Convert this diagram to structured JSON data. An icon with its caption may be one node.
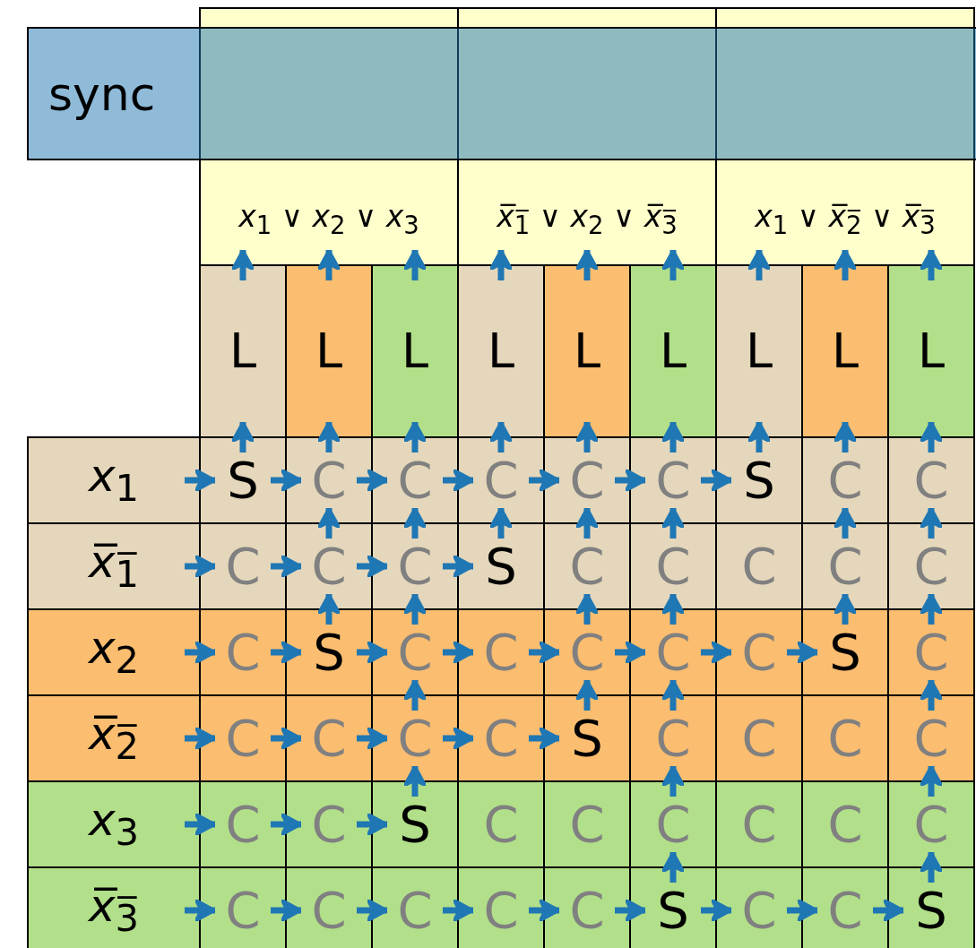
{
  "diagram": {
    "nodes": [
      {
        "text": [
          "sync"
        ]
      },
      {
        "text": [
          "*x*$_{1}$ ∨ *x*$_{2}$ ∨ *x*$_{3}$"
        ]
      },
      {
        "text": [
          "*x̅*$_{1̅}$ ∨ *x*$_{2}$ ∨ *x̅*$_{3̅}$"
        ]
      },
      {
        "text": [
          "*x*$_{1}$ ∨ *x̅*$_{2̅}$ ∨ *x̅*$_{3̅}$"
        ]
      },
      {
        "text": [
          "L"
        ]
      },
      {
        "text": [
          "L"
        ]
      },
      {
        "text": [
          "L"
        ]
      },
      {
        "text": [
          "L"
        ]
      },
      {
        "text": [
          "L"
        ]
      },
      {
        "text": [
          "L"
        ]
      },
      {
        "text": [
          "L"
        ]
      },
      {
        "text": [
          "L"
        ]
      },
      {
        "text": [
          "L"
        ]
      },
      {
        "text": [
          "*x*$_{1}$"
        ]
      },
      {
        "text": [
          "S"
        ]
      },
      {
        "text": [
          "C"
        ]
      },
      {
        "text": [
          "C"
        ]
      },
      {
        "text": [
          "C"
        ]
      },
      {
        "text": [
          "C"
        ]
      },
      {
        "text": [
          "C"
        ]
      },
      {
        "text": [
          "S"
        ]
      },
      {
        "text": [
          "C"
        ]
      },
      {
        "text": [
          "C"
        ]
      },
      {
        "text": [
          "*x̅*$_{1̅}$"
        ]
      },
      {
        "text": [
          "C"
        ]
      },
      {
        "text": [
          "C"
        ]
      },
      {
        "text": [
          "C"
        ]
      },
      {
        "text": [
          "S"
        ]
      },
      {
        "text": [
          "C"
        ]
      },
      {
        "text": [
          "C"
        ]
      },
      {
        "text": [
          "C"
        ]
      },
      {
        "text": [
          "C"
        ]
      },
      {
        "text": [
          "C"
        ]
      },
      {
        "text": [
          "*x*$_{2}$"
        ]
      },
      {
        "text": [
          "C"
        ]
      },
      {
        "text": [
          "S"
        ]
      },
      {
        "text": [
          "C"
        ]
      },
      {
        "text": [
          "C"
        ]
      },
      {
        "text": [
          "C"
        ]
      },
      {
        "text": [
          "C"
        ]
      },
      {
        "text": [
          "C"
        ]
      },
      {
        "text": [
          "S"
        ]
      },
      {
        "text": [
          "C"
        ]
      },
      {
        "text": [
          "*x̅*$_{2̅}$"
        ]
      },
      {
        "text": [
          "C"
        ]
      },
      {
        "text": [
          "C"
        ]
      },
      {
        "text": [
          "C"
        ]
      },
      {
        "text": [
          "C"
        ]
      },
      {
        "text": [
          "S"
        ]
      },
      {
        "text": [
          "C"
        ]
      },
      {
        "text": [
          "C"
        ]
      },
      {
        "text": [
          "C"
        ]
      },
      {
        "text": [
          "C"
        ]
      },
      {
        "text": [
          "*x*$_{3}$"
        ]
      },
      {
        "text": [
          "C"
        ]
      },
      {
        "text": [
          "C"
        ]
      },
      {
        "text": [
          "S"
        ]
      },
      {
        "text": [
          "C"
        ]
      },
      {
        "text": [
          "C"
        ]
      },
      {
        "text": [
          "C"
        ]
      },
      {
        "text": [
          "C"
        ]
      },
      {
        "text": [
          "C"
        ]
      },
      {
        "text": [
          "C"
        ]
      },
      {
        "text": [
          "*x̅*$_{3̅}$"
        ]
      },
      {
        "text": [
          "C"
        ]
      },
      {
        "text": [
          "C"
        ]
      },
      {
        "text": [
          "C"
        ]
      },
      {
        "text": [
          "C"
        ]
      },
      {
        "text": [
          "C"
        ]
      },
      {
        "text": [
          "S"
        ]
      },
      {
        "text": [
          "C"
        ]
      },
      {
        "text": [
          "C"
        ]
      },
      {
        "text": [
          "S"
        ]
      }
    ],
    "edges": [
      {
        "from": 13,
        "to": 14,
        "arrow": "to"
      },
      {
        "from": 14,
        "to": 15,
        "arrow": "to"
      },
      {
        "from": 15,
        "to": 16,
        "arrow": "to"
      },
      {
        "from": 16,
        "to": 17,
        "arrow": "to"
      },
      {
        "from": 17,
        "to": 18,
        "arrow": "to"
      },
      {
        "from": 18,
        "to": 19,
        "arrow": "to"
      },
      {
        "from": 19,
        "to": 20,
        "arrow": "to"
      },
      {
        "from": 23,
        "to": 24,
        "arrow": "to"
      },
      {
        "from": 24,
        "to": 25,
        "arrow": "to"
      },
      {
        "from": 25,
        "to": 26,
        "arrow": "to"
      },
      {
        "from": 26,
        "to": 27,
        "arrow": "to"
      },
      {
        "from": 33,
        "to": 34,
        "arrow": "to"
      },
      {
        "from": 34,
        "to": 35,
        "arrow": "to"
      },
      {
        "from": 35,
        "to": 36,
        "arrow": "to"
      },
      {
        "from": 36,
        "to": 37,
        "arrow": "to"
      },
      {
        "from": 37,
        "to": 38,
        "arrow": "to"
      },
      {
        "from": 38,
        "to": 39,
        "arrow": "to"
      },
      {
        "from": 39,
        "to": 40,
        "arrow": "to"
      },
      {
        "from": 40,
        "to": 41,
        "arrow": "to"
      },
      {
        "from": 43,
        "to": 44,
        "arrow": "to"
      },
      {
        "from": 44,
        "to": 45,
        "arrow": "to"
      },
      {
        "from": 45,
        "to": 46,
        "arrow": "to"
      },
      {
        "from": 46,
        "to": 47,
        "arrow": "to"
      },
      {
        "from": 47,
        "to": 48,
        "arrow": "to"
      },
      {
        "from": 53,
        "to": 54,
        "arrow": "to"
      },
      {
        "from": 54,
        "to": 55,
        "arrow": "to"
      },
      {
        "from": 55,
        "to": 56,
        "arrow": "to"
      },
      {
        "from": 63,
        "to": 64,
        "arrow": "to"
      },
      {
        "from": 64,
        "to": 65,
        "arrow": "to"
      },
      {
        "from": 65,
        "to": 66,
        "arrow": "to"
      },
      {
        "from": 66,
        "to": 67,
        "arrow": "to"
      },
      {
        "from": 67,
        "to": 68,
        "arrow": "to"
      },
      {
        "from": 68,
        "to": 69,
        "arrow": "to"
      },
      {
        "from": 69,
        "to": 70,
        "arrow": "to"
      },
      {
        "from": 70,
        "to": 71,
        "arrow": "to"
      },
      {
        "from": 71,
        "to": 72,
        "arrow": "to"
      },
      {
        "from": 14,
        "to": 4,
        "arrow": "to"
      },
      {
        "from": 4,
        "to": 1,
        "arrow": "to"
      },
      {
        "from": 35,
        "to": 25,
        "arrow": "to"
      },
      {
        "from": 25,
        "to": 15,
        "arrow": "to"
      },
      {
        "from": 15,
        "to": 5,
        "arrow": "to"
      },
      {
        "from": 5,
        "to": 1,
        "arrow": "to"
      },
      {
        "from": 56,
        "to": 46,
        "arrow": "to"
      },
      {
        "from": 46,
        "to": 36,
        "arrow": "to"
      },
      {
        "from": 36,
        "to": 26,
        "arrow": "to"
      },
      {
        "from": 26,
        "to": 16,
        "arrow": "to"
      },
      {
        "from": 16,
        "to": 6,
        "arrow": "to"
      },
      {
        "from": 6,
        "to": 1,
        "arrow": "to"
      },
      {
        "from": 27,
        "to": 17,
        "arrow": "to"
      },
      {
        "from": 17,
        "to": 7,
        "arrow": "to"
      },
      {
        "from": 7,
        "to": 2,
        "arrow": "to"
      },
      {
        "from": 48,
        "to": 38,
        "arrow": "to"
      },
      {
        "from": 38,
        "to": 28,
        "arrow": "to"
      },
      {
        "from": 28,
        "to": 18,
        "arrow": "to"
      },
      {
        "from": 18,
        "to": 8,
        "arrow": "to"
      },
      {
        "from": 8,
        "to": 2,
        "arrow": "to"
      },
      {
        "from": 69,
        "to": 59,
        "arrow": "to"
      },
      {
        "from": 59,
        "to": 49,
        "arrow": "to"
      },
      {
        "from": 49,
        "to": 39,
        "arrow": "to"
      },
      {
        "from": 39,
        "to": 29,
        "arrow": "to"
      },
      {
        "from": 29,
        "to": 19,
        "arrow": "to"
      },
      {
        "from": 19,
        "to": 9,
        "arrow": "to"
      },
      {
        "from": 9,
        "to": 2,
        "arrow": "to"
      },
      {
        "from": 20,
        "to": 10,
        "arrow": "to"
      },
      {
        "from": 10,
        "to": 3,
        "arrow": "to"
      },
      {
        "from": 41,
        "to": 31,
        "arrow": "to"
      },
      {
        "from": 31,
        "to": 21,
        "arrow": "to"
      },
      {
        "from": 21,
        "to": 11,
        "arrow": "to"
      },
      {
        "from": 11,
        "to": 3,
        "arrow": "to"
      },
      {
        "from": 72,
        "to": 62,
        "arrow": "to"
      },
      {
        "from": 62,
        "to": 52,
        "arrow": "to"
      },
      {
        "from": 52,
        "to": 42,
        "arrow": "to"
      },
      {
        "from": 42,
        "to": 32,
        "arrow": "to"
      },
      {
        "from": 32,
        "to": 22,
        "arrow": "to"
      },
      {
        "from": 22,
        "to": 12,
        "arrow": "to"
      },
      {
        "from": 12,
        "to": 3,
        "arrow": "to"
      }
    ]
  }
}
